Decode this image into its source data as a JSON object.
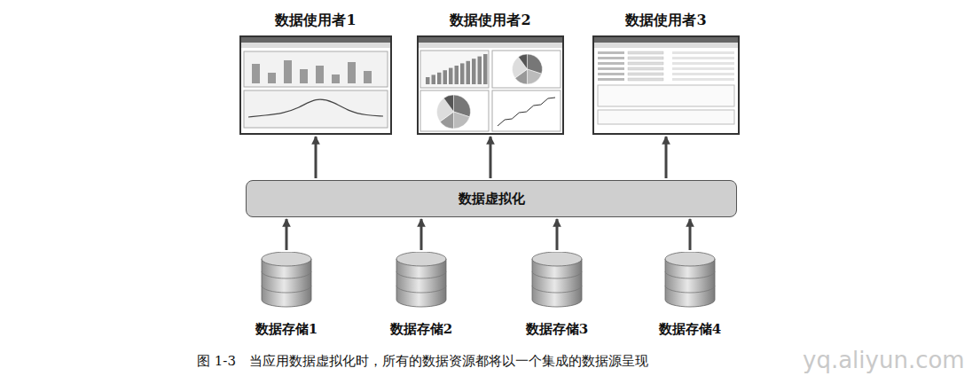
{
  "diagram": {
    "caption": "图 1-3　当应用数据虚拟化时，所有的数据资源都将以一个集成的数据源呈现",
    "nodes": [
      {
        "text": [
          "数据使用者1"
        ]
      },
      {
        "text": [
          "数据使用者2"
        ]
      },
      {
        "text": [
          "数据使用者3"
        ]
      },
      {
        "text": [
          "数据虚拟化"
        ]
      },
      {
        "text": [
          "数据存储1"
        ]
      },
      {
        "text": [
          "数据存储2"
        ]
      },
      {
        "text": [
          "数据存储3"
        ]
      },
      {
        "text": [
          "数据存储4"
        ]
      }
    ],
    "edges": [
      {
        "from": 4,
        "to": 3,
        "arrow": "to"
      },
      {
        "from": 5,
        "to": 3,
        "arrow": "to"
      },
      {
        "from": 6,
        "to": 3,
        "arrow": "to"
      },
      {
        "from": 7,
        "to": 3,
        "arrow": "to"
      },
      {
        "from": 3,
        "to": 0,
        "arrow": "to"
      },
      {
        "from": 3,
        "to": 1,
        "arrow": "to"
      },
      {
        "from": 3,
        "to": 2,
        "arrow": "to"
      }
    ],
    "labels": [
      "yq.aliyun.com"
    ]
  }
}
